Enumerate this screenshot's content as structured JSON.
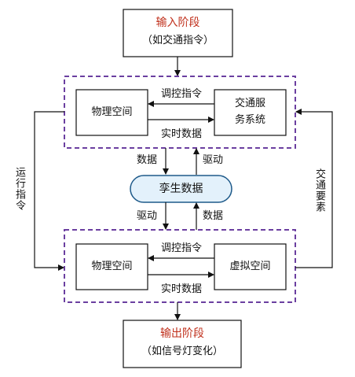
{
  "input_stage": {
    "title": "输入阶段",
    "subtitle": "（如交通指令）"
  },
  "upper": {
    "left_box": "物理空间",
    "right_box_line1": "交通服",
    "right_box_line2": "务系统",
    "arrow_top_label": "调控指令",
    "arrow_bottom_label": "实时数据"
  },
  "middle": {
    "left_down_label": "数据",
    "right_up_label": "驱动",
    "twin": "孪生数据",
    "left_down_label2": "驱动",
    "right_up_label2": "数据"
  },
  "lower": {
    "left_box": "物理空间",
    "right_box": "虚拟空间",
    "arrow_top_label": "调控指令",
    "arrow_bottom_label": "实时数据"
  },
  "side": {
    "left_label": "运行指令",
    "right_label": "交通要素"
  },
  "output_stage": {
    "title": "输出阶段",
    "subtitle": "（如信号灯变化）"
  },
  "colors": {
    "dashed_border": "#6b3fa0",
    "stage_title": "#c0301c",
    "twin_fill": "#e3f1fb"
  }
}
